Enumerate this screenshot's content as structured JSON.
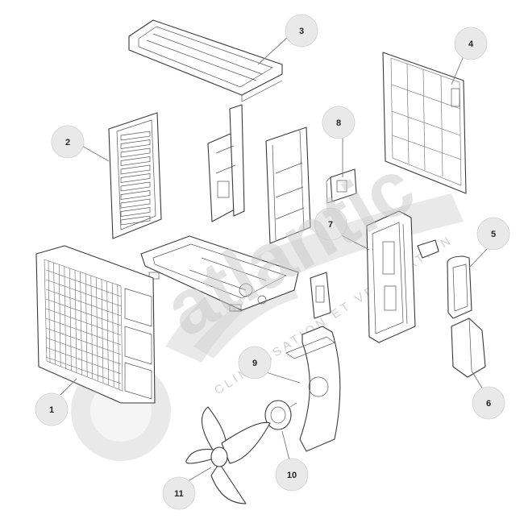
{
  "watermark": {
    "logo_text": "atlantic",
    "tagline": "CLIMATISATION ET VENTILATION"
  },
  "callouts": [
    {
      "id": "1",
      "label": "1"
    },
    {
      "id": "2",
      "label": "2"
    },
    {
      "id": "3",
      "label": "3"
    },
    {
      "id": "4",
      "label": "4"
    },
    {
      "id": "5",
      "label": "5"
    },
    {
      "id": "6",
      "label": "6"
    },
    {
      "id": "7",
      "label": "7"
    },
    {
      "id": "8",
      "label": "8"
    },
    {
      "id": "9",
      "label": "9"
    },
    {
      "id": "10",
      "label": "10"
    },
    {
      "id": "11",
      "label": "11"
    }
  ],
  "colors": {
    "line": "#3a3a3a",
    "callout_fill": "#e9e9e9",
    "watermark": "#cfcfcf"
  }
}
